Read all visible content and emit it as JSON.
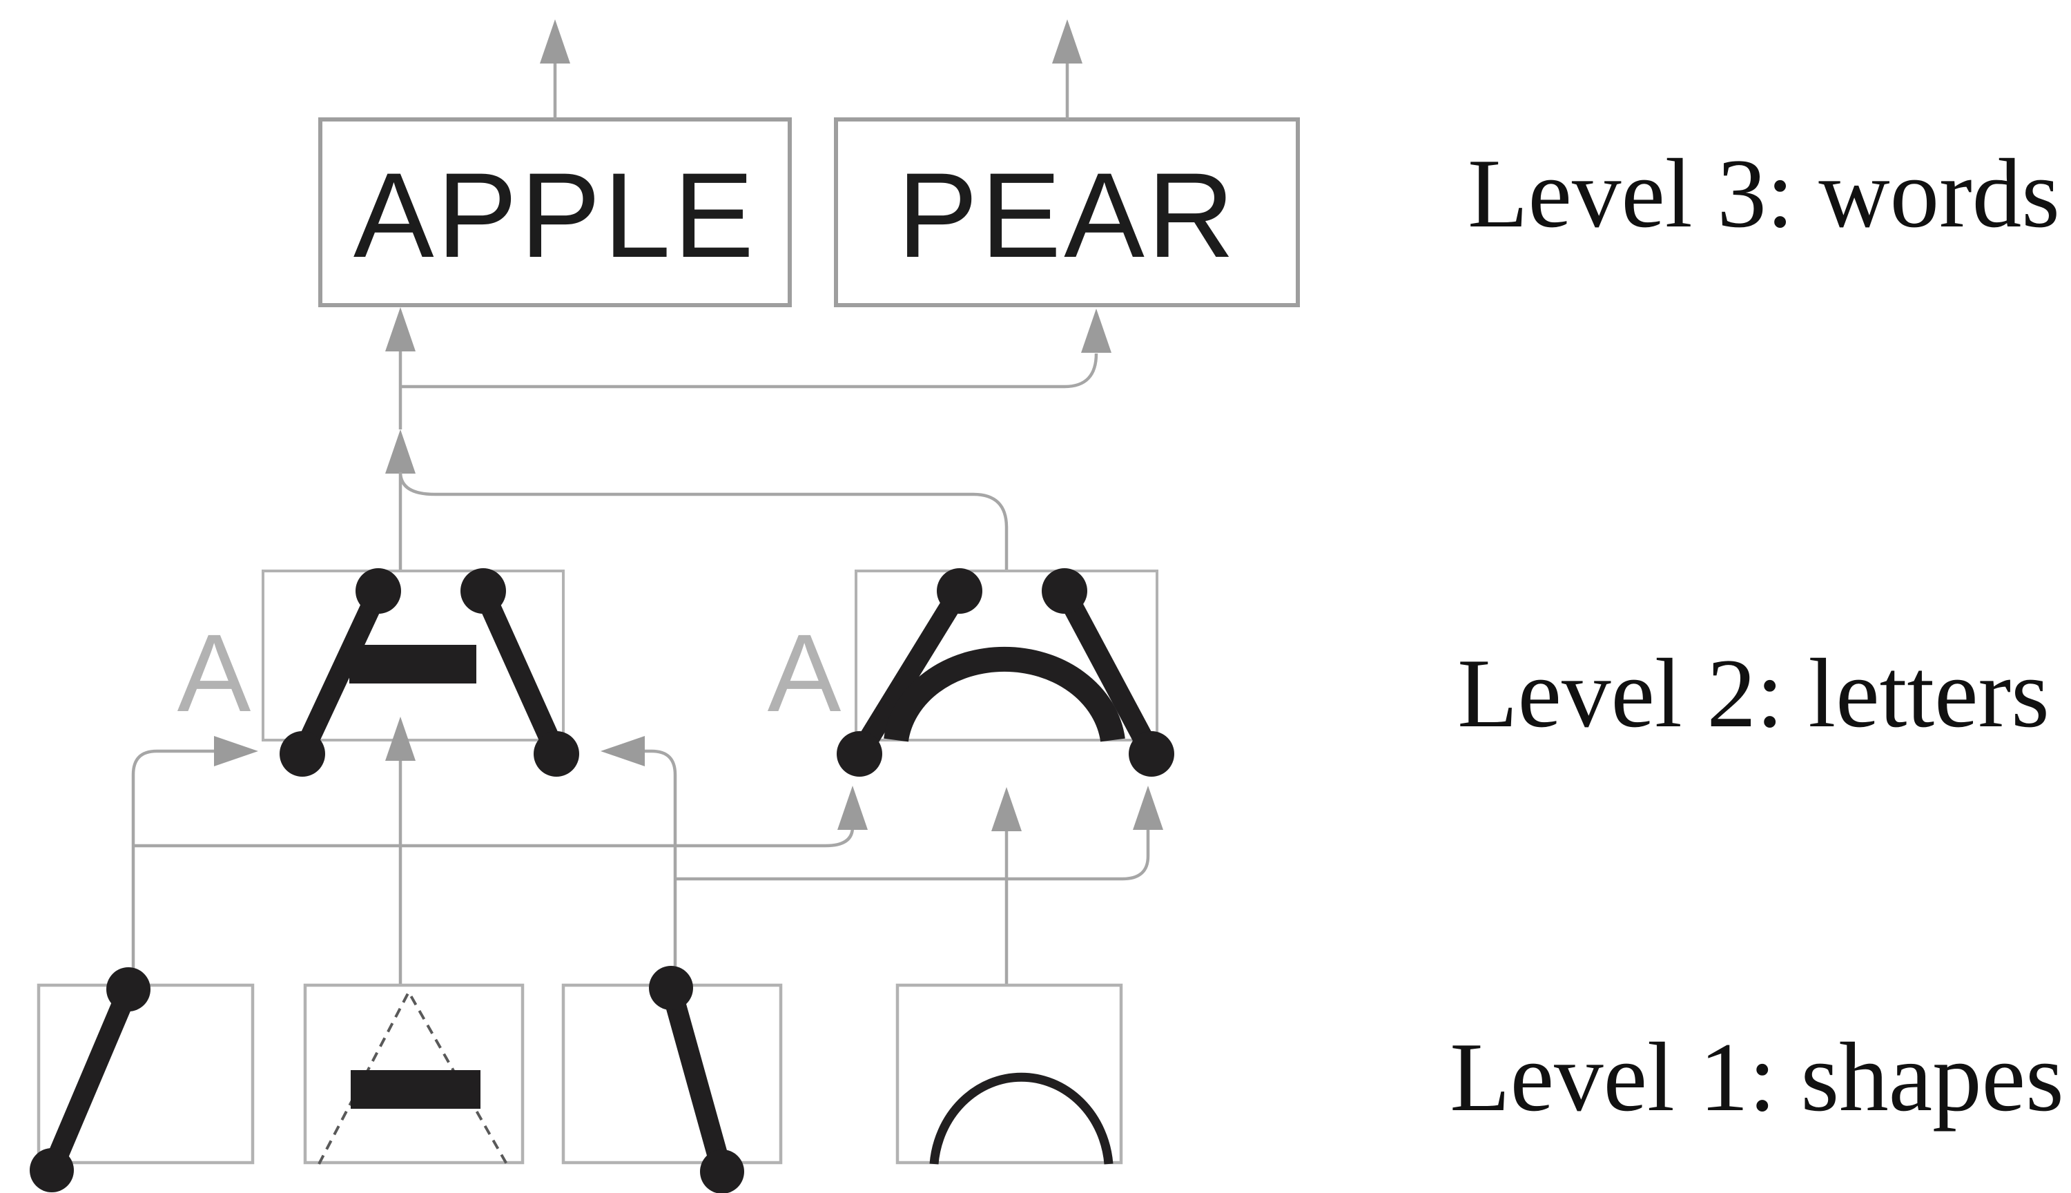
{
  "figure": {
    "title": "Hierarchical recognition diagram: shapes to letters to words",
    "background": "#ffffff",
    "levels": [
      {
        "id": "level3",
        "label": "Level 3: words"
      },
      {
        "id": "level2",
        "label": "Level 2: letters"
      },
      {
        "id": "level1",
        "label": "Level 1: shapes"
      }
    ],
    "words": [
      {
        "text": "APPLE"
      },
      {
        "text": "PEAR"
      }
    ],
    "letters": [
      {
        "label": "A",
        "composition": "diagonal-left, crossbar, diagonal-right"
      },
      {
        "label": "A",
        "composition": "diagonal-left, arc, diagonal-right"
      }
    ],
    "shapes": [
      {
        "name": "diagonal-stroke-left"
      },
      {
        "name": "dashed-triangle-with-crossbar"
      },
      {
        "name": "diagonal-stroke-right"
      },
      {
        "name": "arc"
      }
    ],
    "colors": {
      "ink": "#211f20",
      "connector": "#a6a6a6",
      "arrowhead": "#9b9b9b",
      "word_box_border": "#9e9e9e",
      "unit_box_border": "#b2b2b2",
      "muted_letter": "#b2b2b2",
      "text": "#1c1c1c",
      "background": "#ffffff"
    }
  }
}
